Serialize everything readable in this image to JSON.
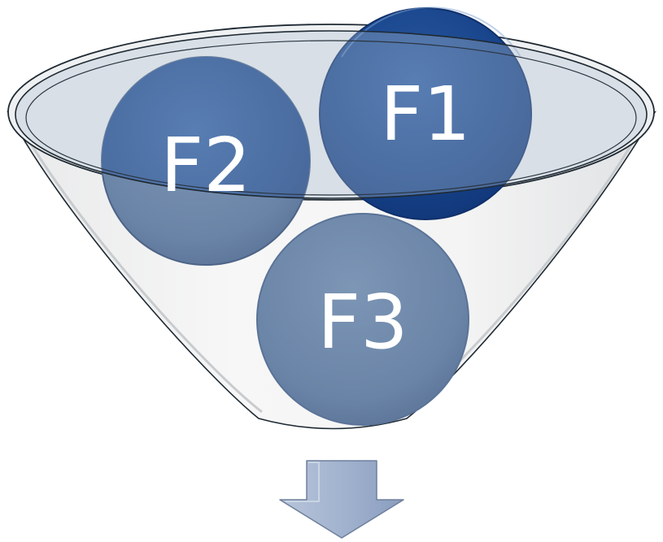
{
  "diagram": {
    "circles": [
      {
        "id": "f1",
        "label": "F1",
        "color": "#17438a"
      },
      {
        "id": "f2",
        "label": "F2",
        "color": "#1c4a8c"
      },
      {
        "id": "f3",
        "label": "F3",
        "color": "#6c86a8"
      }
    ],
    "colors": {
      "funnel_fill": "#f1f2f3",
      "funnel_outline": "#1f2a33",
      "rim_fill": "#c3d0de",
      "arrow_fill": "#9fb1ce",
      "arrow_stroke": "#6e7f9c"
    }
  }
}
